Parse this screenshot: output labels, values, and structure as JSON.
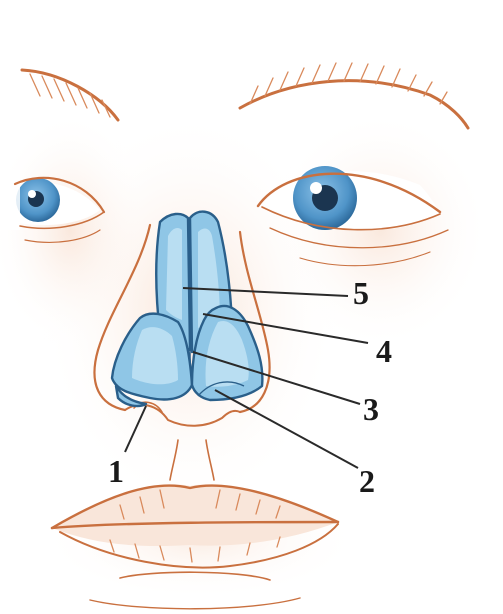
{
  "diagram": {
    "callouts": [
      {
        "id": "1",
        "label": "1"
      },
      {
        "id": "2",
        "label": "2"
      },
      {
        "id": "3",
        "label": "3"
      },
      {
        "id": "4",
        "label": "4"
      },
      {
        "id": "5",
        "label": "5"
      }
    ]
  },
  "colors": {
    "cartilage_fill": "#8fc6e6",
    "cartilage_outline": "#2a5f8a",
    "skin_outline": "#c9703f",
    "skin_shade": "#f6d8c4",
    "iris": "#4f94c8"
  }
}
